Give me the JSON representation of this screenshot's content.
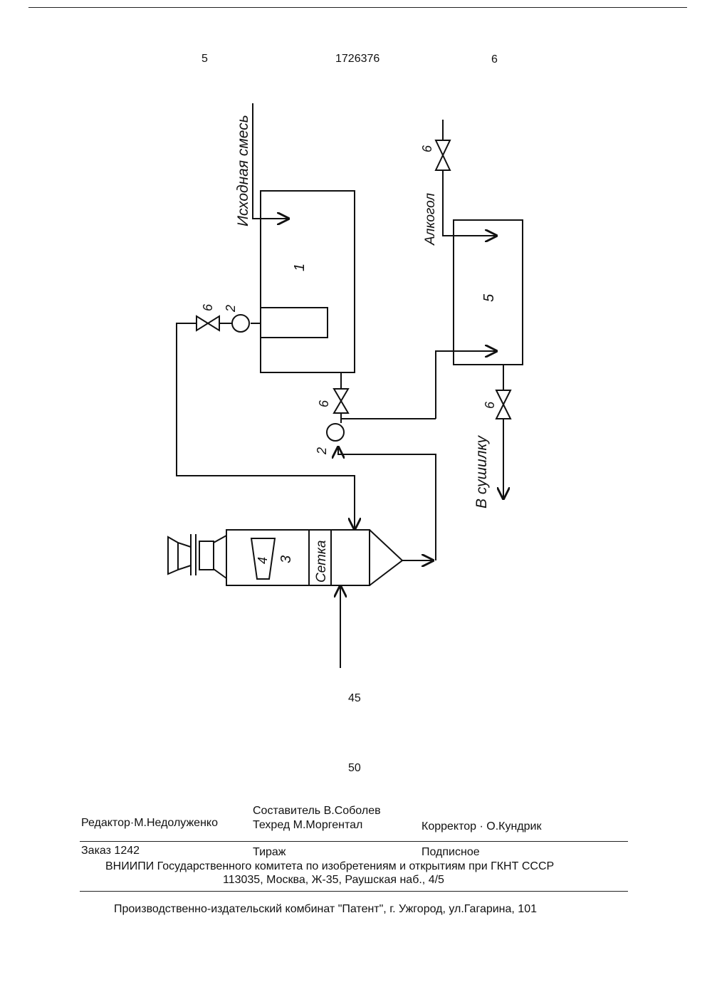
{
  "header": {
    "left_col": "5",
    "patent_number": "1726376",
    "right_col": "6"
  },
  "diagram": {
    "feed_label": "Исходная смесь",
    "alcohol_label": "Алкогол",
    "dryer_label": "В сушилку",
    "mesh_label": "Сетка",
    "tank1_number": "1",
    "pump_number_top": "2",
    "pump_number_bottom": "2",
    "apparatus_number": "3",
    "basket_number": "4",
    "tank5_number": "5",
    "valve_number_top_left": "6",
    "valve_number_tank1_outlet": "6",
    "valve_number_alcohol": "6",
    "valve_number_dryer": "6"
  },
  "line_numbers": {
    "n45": "45",
    "n50": "50"
  },
  "imprint": {
    "editor": "Редактор·М.Недолуженко",
    "compiler": "Составитель В.Соболев",
    "techred": "Техред М.Моргентал",
    "corrector": "Корректор · О.Кундрик",
    "order": "Заказ 1242",
    "circulation": "Тираж",
    "subscription": "Подписное",
    "org_line": "ВНИИПИ Государственного комитета по изобретениям и открытиям при ГКНТ СССР",
    "address_line": "113035, Москва, Ж-35, Раушская наб., 4/5",
    "publisher_line": "Производственно-издательский комбинат \"Патент\", г. Ужгород, ул.Гагарина, 101"
  }
}
